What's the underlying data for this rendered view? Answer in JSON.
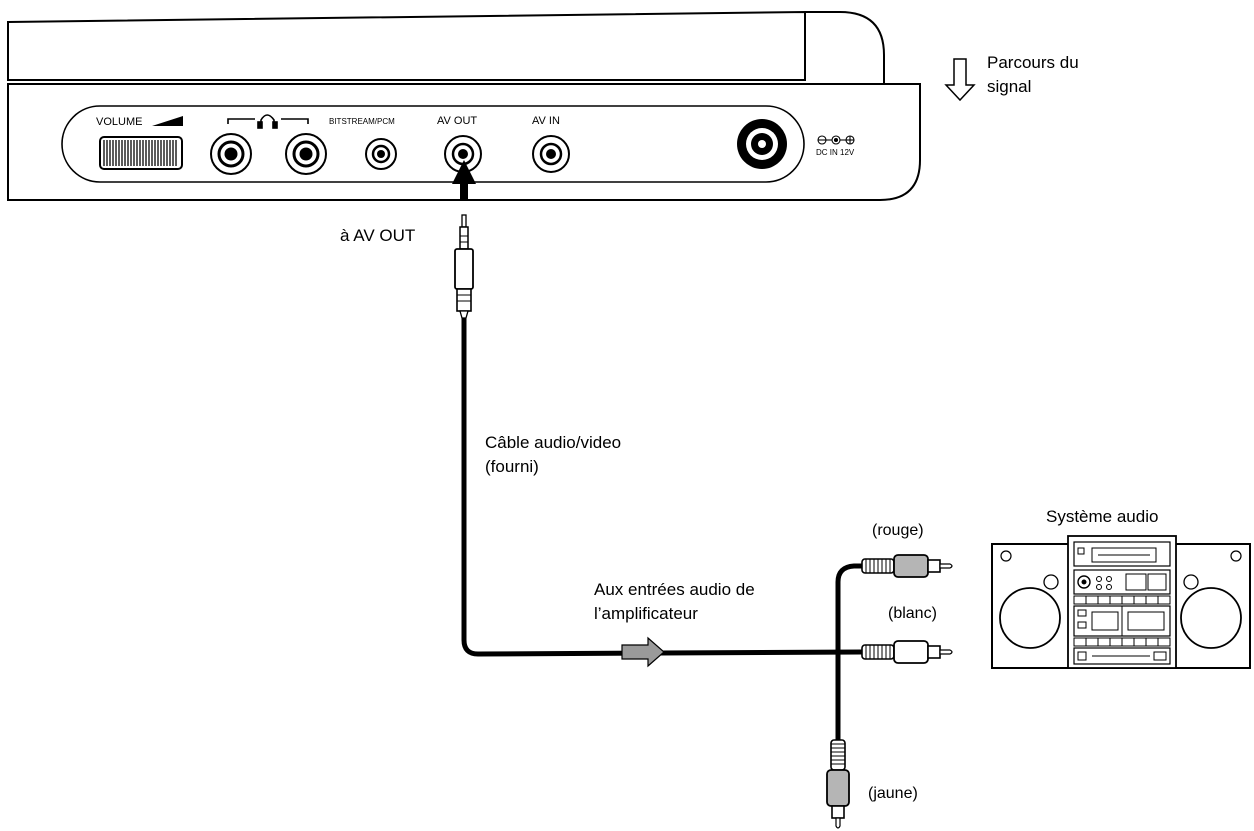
{
  "legend": {
    "signal_line1": "Parcours du",
    "signal_line2": "signal"
  },
  "panel": {
    "volume": "VOLUME",
    "bitstream": "BITSTREAM/PCM",
    "av_out": "AV OUT",
    "av_in": "AV IN",
    "dc_in": "DC IN 12V"
  },
  "labels": {
    "to_av_out": "à AV OUT",
    "cable_line1": "Câble audio/video",
    "cable_line2": "(fourni)",
    "amp_line1": "Aux entrées audio de",
    "amp_line2": "l’amplificateur",
    "red": "(rouge)",
    "white": "(blanc)",
    "yellow": "(jaune)",
    "audio_system": "Système audio"
  },
  "colors": {
    "line": "#000000",
    "flow_arrow": "#9a9a9a",
    "background": "#ffffff"
  }
}
